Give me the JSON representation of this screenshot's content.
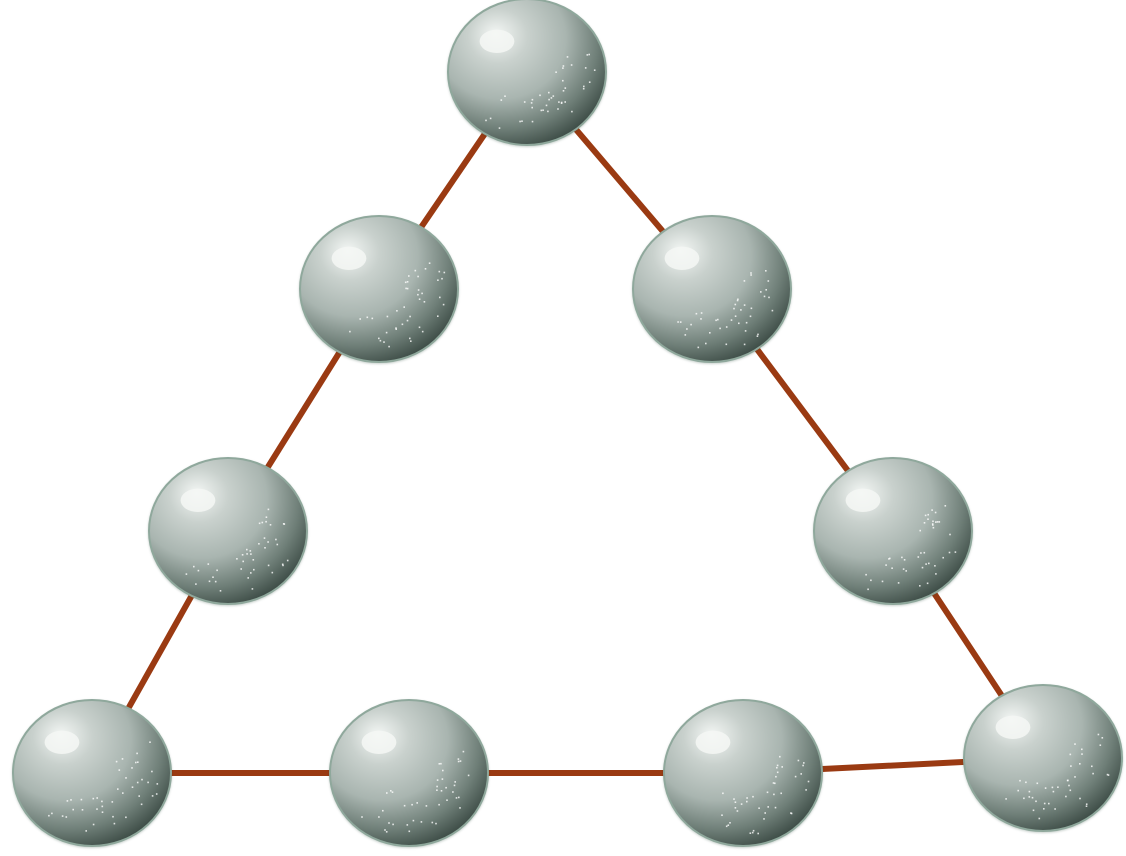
{
  "diagram": {
    "colors": {
      "background": "#ffffff",
      "edge": "#9a3a12",
      "sphere_highlight": "#f4f7f5",
      "sphere_mid": "#a9b5b0",
      "sphere_shadow": "#3b4a44",
      "sphere_rim": "#8fa89c"
    },
    "nodes": [
      {
        "id": "n1",
        "name": "sphere-top"
      },
      {
        "id": "n2",
        "name": "sphere-left-upper"
      },
      {
        "id": "n3",
        "name": "sphere-right-upper"
      },
      {
        "id": "n4",
        "name": "sphere-left-middle"
      },
      {
        "id": "n5",
        "name": "sphere-right-middle"
      },
      {
        "id": "n6",
        "name": "sphere-bottom-left"
      },
      {
        "id": "n7",
        "name": "sphere-bottom-center-left"
      },
      {
        "id": "n8",
        "name": "sphere-bottom-center-right"
      },
      {
        "id": "n9",
        "name": "sphere-bottom-right"
      }
    ],
    "edges": [
      [
        "n1",
        "n2"
      ],
      [
        "n2",
        "n4"
      ],
      [
        "n4",
        "n6"
      ],
      [
        "n1",
        "n3"
      ],
      [
        "n3",
        "n5"
      ],
      [
        "n5",
        "n9"
      ],
      [
        "n6",
        "n7"
      ],
      [
        "n7",
        "n8"
      ],
      [
        "n8",
        "n9"
      ]
    ]
  }
}
